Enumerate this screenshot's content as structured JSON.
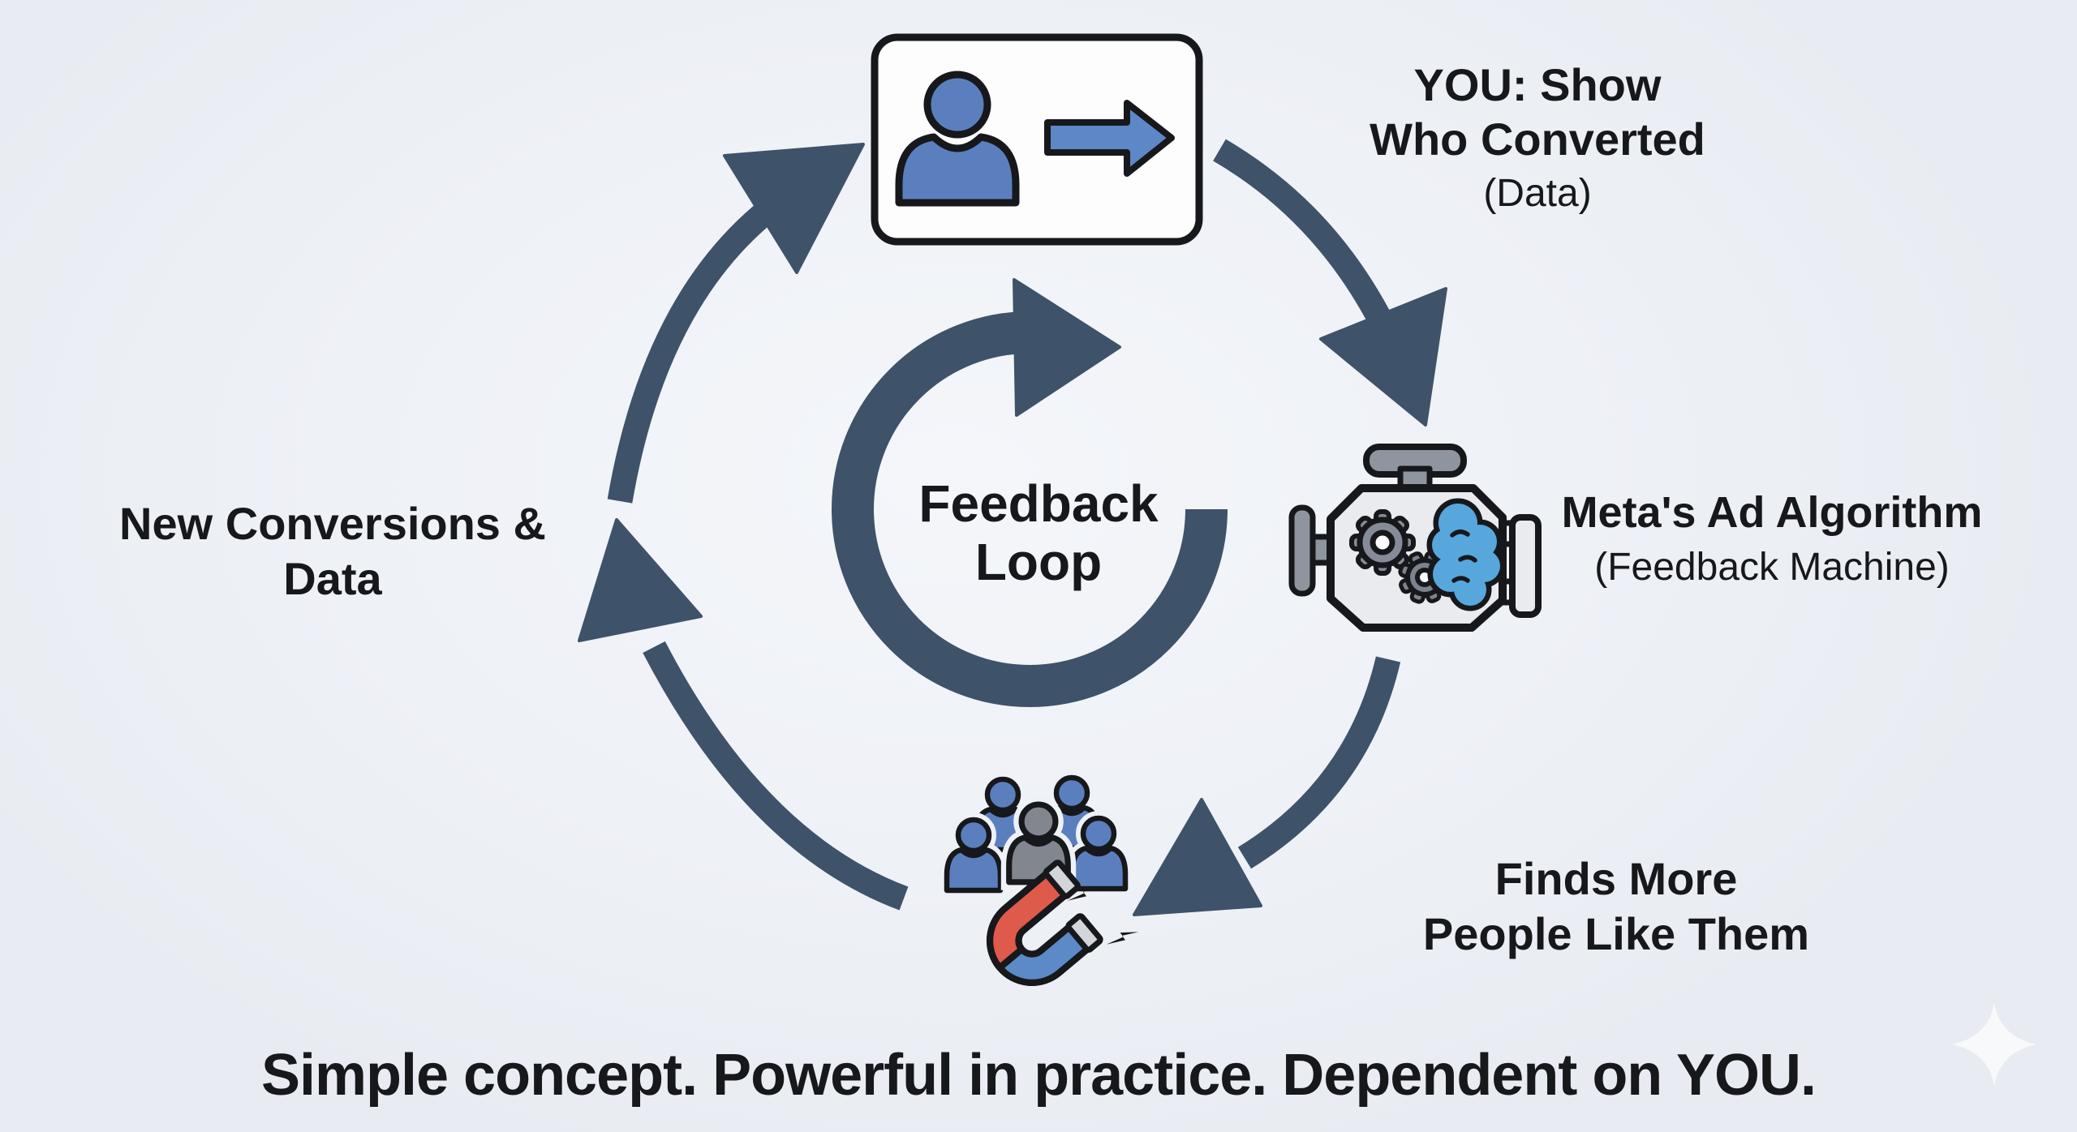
{
  "colors": {
    "bg": "#edf0f5",
    "ink": "#17181b",
    "arc": "#3e5269",
    "blue": "#5b7fbe",
    "arrow_blue": "#5d87c6",
    "engine_body": "#e9ebee",
    "machine_gray": "#8e959e",
    "gear": "#858c98",
    "gear_dark": "#7c838f",
    "brain": "#57a7dd",
    "magnet_red": "#de5a4b",
    "magnet_blue": "#5c89c8",
    "tip_gray": "#d2d5d9",
    "card_bg": "#fdfdfe",
    "person_gray": "#82878f",
    "halo": "#eef1f6",
    "sparkle": "#ffffff"
  },
  "diagram": {
    "center_label": {
      "line1": "Feedback",
      "line2": "Loop"
    },
    "stages": {
      "top": {
        "line1": "YOU: Show",
        "line2": "Who Converted",
        "line3": "(Data)"
      },
      "right": {
        "line1": "Meta's Ad Algorithm",
        "line2": "(Feedback Machine)"
      },
      "bottom_right": {
        "line1": "Finds More",
        "line2": "People Like Them"
      },
      "left": {
        "line1": "New Conversions &",
        "line2": "Data"
      }
    }
  },
  "tagline": "Simple concept. Powerful in practice. Dependent on YOU.",
  "icons": {
    "center": "feedback-loop-arrow-icon",
    "top": "ad-card-with-person-and-arrow-icon",
    "right": "engine-with-gears-and-brain-icon",
    "bottom": "audience-group-with-magnet-icon",
    "watermark": "sparkle-icon"
  }
}
